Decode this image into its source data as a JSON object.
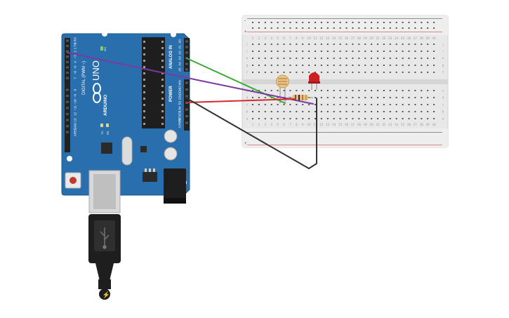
{
  "arduino": {
    "brand": "ARDUINO",
    "model": "UNO",
    "on_label": "ON",
    "digital_label": "DIGITAL (PWM ~)",
    "analog_label": "ANALOG IN",
    "power_label": "POWER",
    "tx_label": "TX",
    "rx_label": "RX",
    "digital_pins": [
      "0 RX",
      "1 TX",
      "2",
      "~3",
      "4",
      "~5",
      "~6",
      "7",
      "8",
      "~9",
      "~10",
      "~11",
      "12",
      "13",
      "GND",
      "AREF"
    ],
    "analog_pins": [
      "A0",
      "A1",
      "A2",
      "A3",
      "A4",
      "A5"
    ],
    "power_pins": [
      "VIN",
      "GND",
      "GND",
      "5V",
      "3.3V",
      "RESET",
      "IOREF"
    ]
  },
  "breadboard": {
    "columns": [
      "1",
      "2",
      "3",
      "4",
      "5",
      "6",
      "7",
      "8",
      "9",
      "10",
      "11",
      "12",
      "13",
      "14",
      "15",
      "16",
      "17",
      "18",
      "19",
      "20",
      "21",
      "22",
      "23",
      "24",
      "25",
      "26",
      "27",
      "28",
      "29",
      "30"
    ],
    "rows_top": [
      "j",
      "i",
      "h",
      "g",
      "f"
    ],
    "rows_bottom": [
      "e",
      "d",
      "c",
      "b",
      "a"
    ],
    "plus": "+",
    "minus": "-"
  },
  "colors": {
    "board": "#2a6fad",
    "breadboard": "#e9e9e9",
    "wire_green": "#3aaa35",
    "wire_purple": "#7a3aa0",
    "wire_red": "#d42a2a",
    "wire_black": "#333333",
    "led": "#cc2020"
  }
}
